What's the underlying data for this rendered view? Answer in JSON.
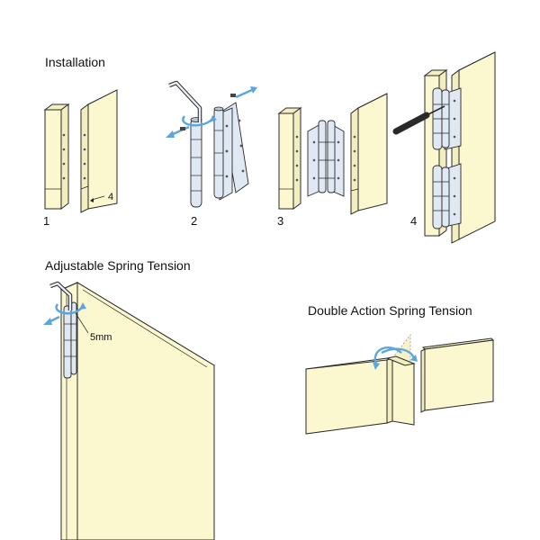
{
  "sections": {
    "installation": "Installation",
    "adjustable": "Adjustable Spring Tension",
    "double_action": "Double Action Spring Tension"
  },
  "steps": [
    "1",
    "2",
    "3",
    "4"
  ],
  "labels": {
    "gap": "4",
    "depth": "5mm"
  },
  "colors": {
    "wood": "#fbf7cf",
    "metal": "#dfe8f3",
    "arrow": "#5aa6dd"
  }
}
